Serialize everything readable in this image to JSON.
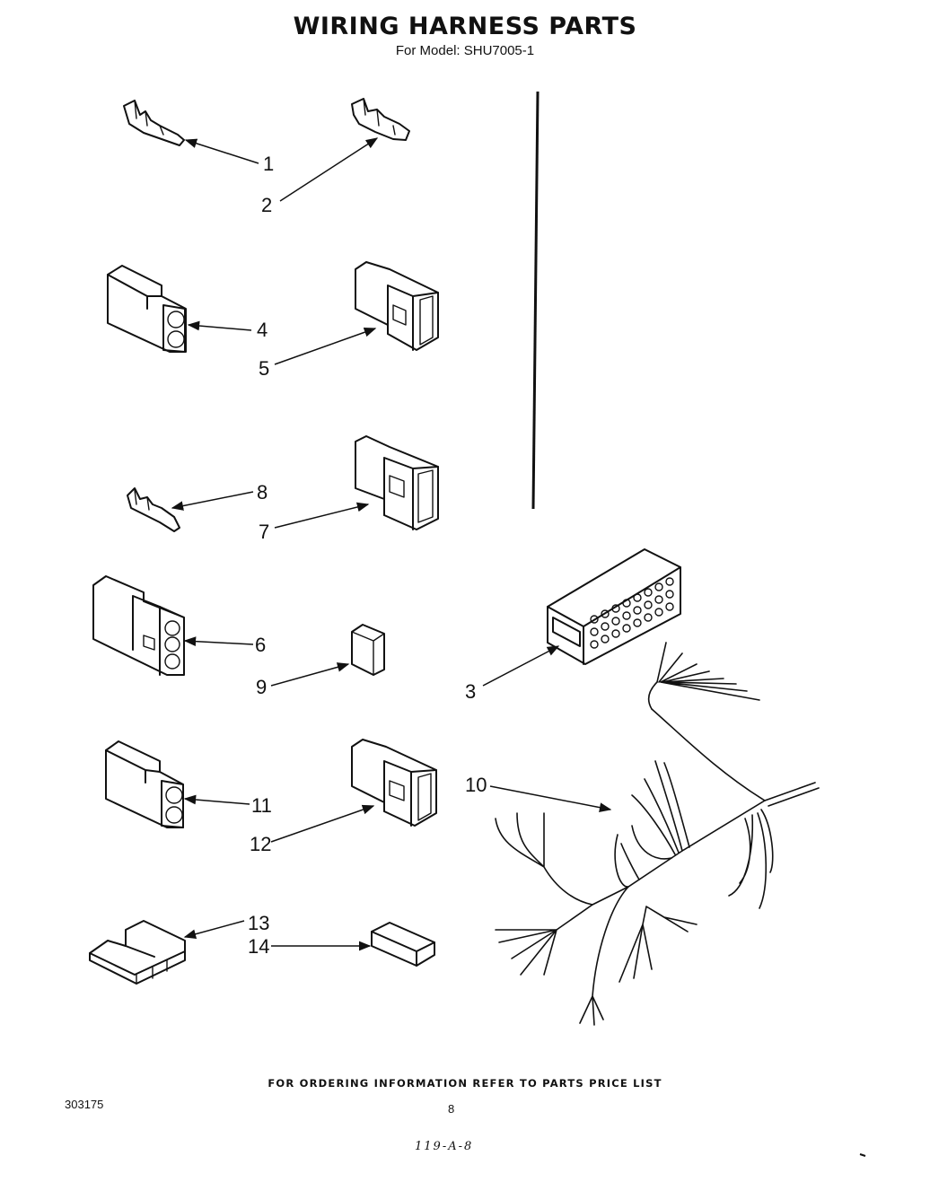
{
  "header": {
    "title": "WIRING HARNESS PARTS",
    "subtitle": "For Model: SHU7005-1"
  },
  "callouts": [
    "1",
    "2",
    "3",
    "4",
    "5",
    "6",
    "7",
    "8",
    "9",
    "10",
    "11",
    "12",
    "13",
    "14"
  ],
  "footer": {
    "ordering_note": "FOR ORDERING INFORMATION REFER TO PARTS PRICE LIST",
    "doc_number": "303175",
    "page_number": "8",
    "handwritten_code": "119-A-8"
  }
}
